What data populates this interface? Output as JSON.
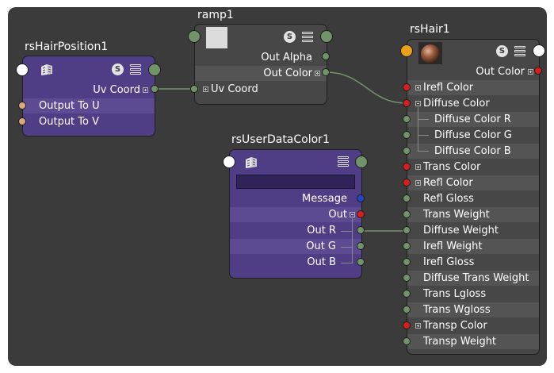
{
  "nodes": {
    "rsHairPosition1": {
      "title": "rsHairPosition1",
      "rows": [
        "Uv Coord",
        "Output To U",
        "Output To V"
      ],
      "s_badge": "S"
    },
    "ramp1": {
      "title": "ramp1",
      "rows": [
        "Out Alpha",
        "Out Color",
        "Uv Coord"
      ],
      "s_badge": "S"
    },
    "rsUserDataColor1": {
      "title": "rsUserDataColor1",
      "text_field_value": "",
      "rows": [
        "Message",
        "Out",
        "Out R",
        "Out G",
        "Out B"
      ]
    },
    "rsHair1": {
      "title": "rsHair1",
      "s_badge": "S",
      "rows": [
        "Out Color",
        "Irefl Color",
        "Diffuse Color",
        "Diffuse Color R",
        "Diffuse Color G",
        "Diffuse Color B",
        "Trans Color",
        "Refl Color",
        "Refl Gloss",
        "Trans Weight",
        "Diffuse Weight",
        "Irefl Weight",
        "Irefl Gloss",
        "Diffuse Trans Weight",
        "Trans Lgloss",
        "Trans Wgloss",
        "Transp Color",
        "Transp Weight"
      ]
    }
  },
  "colors": {
    "canvas": "#3b3b3b",
    "node_grey": "#474747",
    "node_purple": "#4f3d86",
    "port_green": "#71936a",
    "port_red": "#d61e1e",
    "port_blue": "#2444c9",
    "wire": "#71936a"
  },
  "icons": [
    "layers-node-icon",
    "s-badge-icon",
    "list-icon",
    "plus-expand-icon",
    "minus-collapse-icon",
    "sphere-swatch-icon"
  ]
}
